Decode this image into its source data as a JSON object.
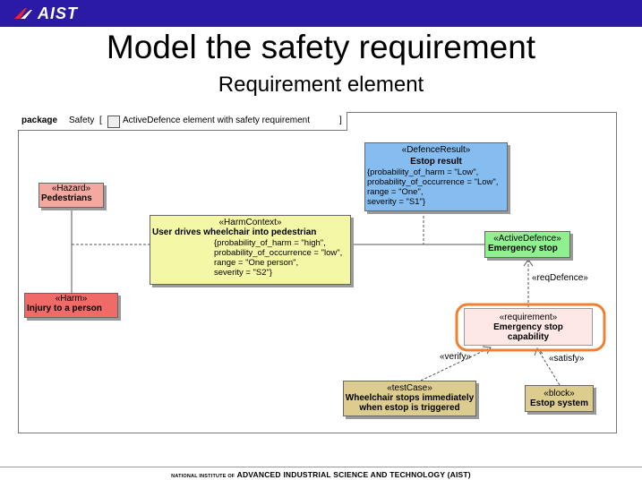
{
  "header": {
    "logo_text": "AIST",
    "bar_color": "#2a1aa6"
  },
  "title": "Model the safety requirement",
  "subtitle": "Requirement element",
  "diagram": {
    "frame_keyword": "package",
    "frame_name": "Safety",
    "frame_open": "[",
    "frame_diagram": "ActiveDefence element with safety requirement",
    "frame_close": "]",
    "hazard": {
      "stereotype": "«Hazard»",
      "name": "Pedestrians",
      "color": "#f4a9a0"
    },
    "harm": {
      "stereotype": "«Harm»",
      "name": "Injury to a person",
      "color": "#f06a67"
    },
    "harm_context": {
      "stereotype": "«HarmContext»",
      "name": "User drives wheelchair into pedestrian",
      "props": [
        "{probability_of_harm = \"high\",",
        "probability_of_occurrence = \"low\",",
        "range = \"One person\",",
        "severity = \"S2\"}"
      ],
      "color": "#f4f7a6"
    },
    "defence_result": {
      "stereotype": "«DefenceResult»",
      "name": "Estop result",
      "props": [
        "{probability_of_harm = \"Low\",",
        "probability_of_occurrence = \"Low\",",
        "range = \"One\",",
        "severity = \"S1\"}"
      ],
      "color": "#86bdf0"
    },
    "active_defence": {
      "stereotype": "«ActiveDefence»",
      "name": "Emergency stop",
      "color": "#8ff08f"
    },
    "requirement": {
      "stereotype": "«requirement»",
      "name_line1": "Emergency stop",
      "name_line2": "capability",
      "color": "#fde8e6",
      "highlight_color": "#f08030"
    },
    "test_case": {
      "stereotype": "«testCase»",
      "name_line1": "Wheelchair stops immediately",
      "name_line2": "when estop is triggered",
      "color": "#dccd8e"
    },
    "block": {
      "stereotype": "«block»",
      "name": "Estop system",
      "color": "#dccd8e"
    },
    "labels": {
      "req_defence": "«reqDefence»",
      "verify": "«verify»",
      "satisfy": "«satisfy»"
    }
  },
  "footer": {
    "small": "NATIONAL INSTITUTE OF",
    "big": "ADVANCED INDUSTRIAL SCIENCE AND TECHNOLOGY (AIST)"
  }
}
